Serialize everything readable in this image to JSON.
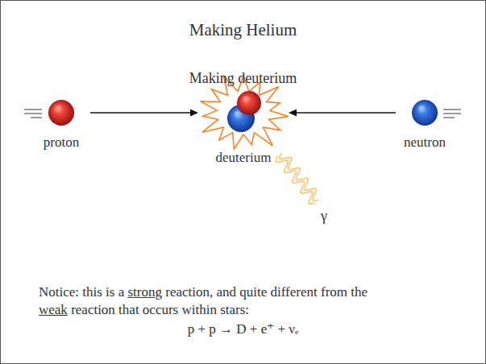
{
  "diagram": {
    "title": "Making Helium",
    "nodes": [
      {
        "text": [
          "proton"
        ]
      },
      {
        "text": [
          "deuterium"
        ]
      },
      {
        "text": [
          "neutron"
        ]
      }
    ],
    "edges": [
      {
        "from": 0,
        "to": 1,
        "arrow": "to"
      },
      {
        "from": 2,
        "to": 1,
        "arrow": "to"
      }
    ],
    "labels": [
      "Making deuterium",
      "γ",
      "Notice: this is a",
      "strong",
      "reaction, and quite different from the",
      "weak",
      "reaction that occurs within stars:",
      "p + p → D + e⁺ + νₑ"
    ]
  }
}
